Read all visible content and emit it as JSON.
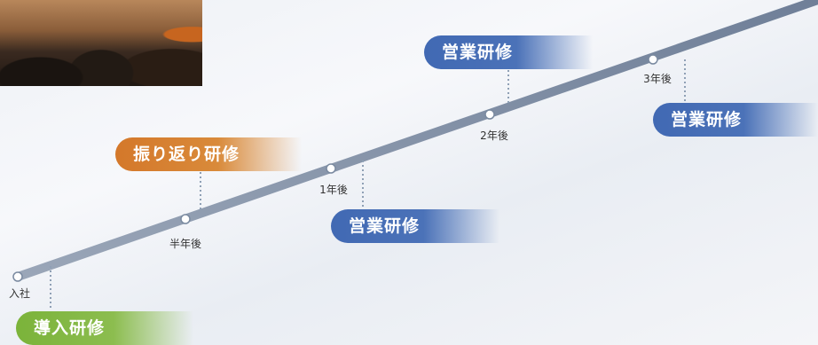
{
  "milestones": [
    {
      "label": "入社"
    },
    {
      "label": "半年後"
    },
    {
      "label": "1年後"
    },
    {
      "label": "2年後"
    },
    {
      "label": "3年後"
    }
  ],
  "trainings": [
    {
      "label": "導入研修",
      "color": "#7bb33a"
    },
    {
      "label": "振り返り研修",
      "color": "#d4782a"
    },
    {
      "label": "営業研修",
      "color": "#4169b3"
    },
    {
      "label": "営業研修",
      "color": "#4169b3"
    },
    {
      "label": "営業研修",
      "color": "#4169b3"
    }
  ]
}
